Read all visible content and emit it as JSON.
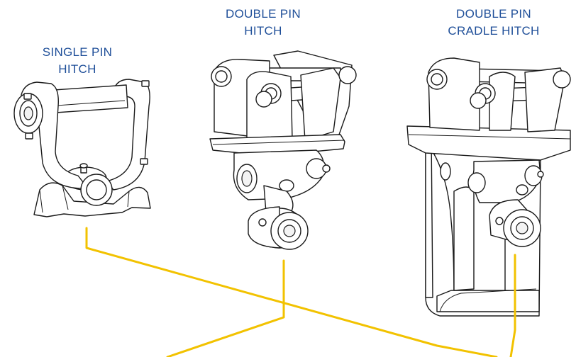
{
  "labels": {
    "single_pin": [
      "SINGLE PIN",
      "HITCH"
    ],
    "double_pin": [
      "DOUBLE PIN",
      "HITCH"
    ],
    "double_pin_cradle": [
      "DOUBLE PIN",
      "CRADLE HITCH"
    ]
  },
  "colors": {
    "label_text": "#1f4f99",
    "connector_line": "#f2c200",
    "line_art": "#1a1a1a"
  }
}
